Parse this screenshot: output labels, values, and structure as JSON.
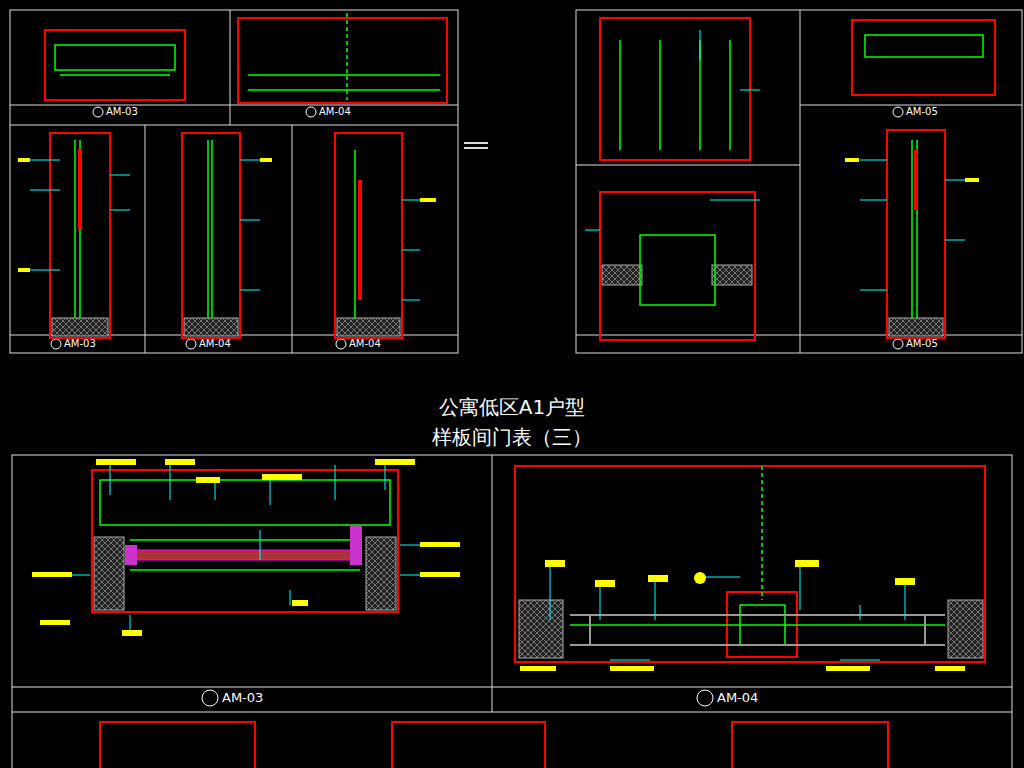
{
  "diagram": {
    "title": "公寓低区A1户型 样板间门表（三）",
    "labels": [
      "AM-03",
      "AM-04",
      "AM-03",
      "AM-04",
      "AM-04",
      "AM-05",
      "AM-05",
      "AM-03",
      "AM-04"
    ]
  }
}
